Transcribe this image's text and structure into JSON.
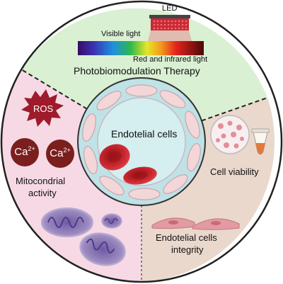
{
  "therapy": {
    "led_label": "LED",
    "visible_light_label": "Visible light",
    "red_infrared_label": "Red and infrared light",
    "title": "Photobiomodulation Therapy"
  },
  "center": {
    "label": "Endotelial cells"
  },
  "mitochondria_section": {
    "ros_label": "ROS",
    "ca_label": "Ca",
    "ca_charge": "2+",
    "label_line1": "Mitocondrial",
    "label_line2": "activity"
  },
  "viability_section": {
    "label": "Cell viability"
  },
  "integrity_section": {
    "label_line1": "Endotelial cells",
    "label_line2": "integrity"
  },
  "colors": {
    "top_sector": "#d9f0d2",
    "left_sector": "#f6d9e4",
    "right_sector": "#ead8cd",
    "center_fill": "#d5eef0",
    "ros_burst": "#9e1b2b",
    "calcium": "#7b1e1e",
    "red_blood_cell": "#c8252d",
    "mitochondria": "#8f7ab4"
  },
  "icons": [
    "led-device-icon",
    "light-spectrum-bar",
    "ros-burst-icon",
    "calcium-ion-icon",
    "red-blood-cell-icon",
    "mitochondria-icon",
    "culture-dish-icon",
    "test-tube-icon",
    "endothelial-cell-icon"
  ]
}
